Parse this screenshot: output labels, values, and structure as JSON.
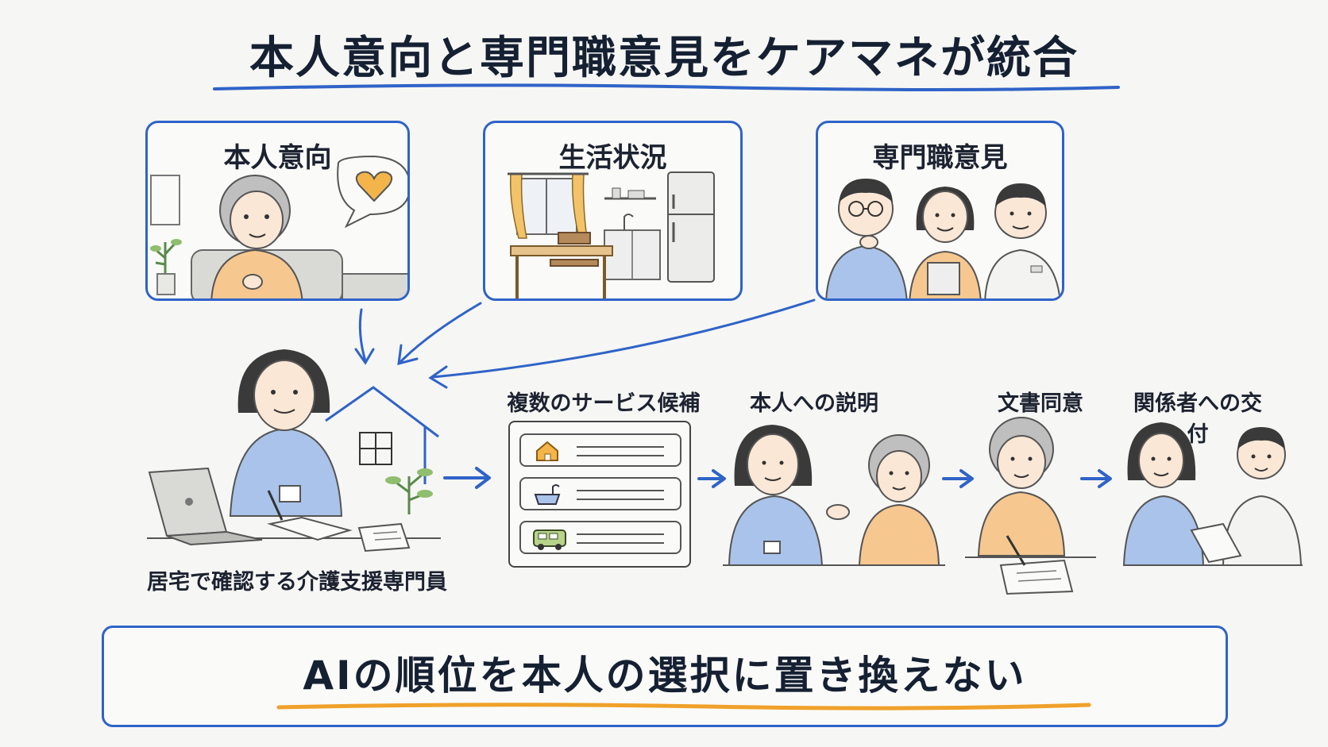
{
  "title": "本人意向と専門職意見をケアマネが統合",
  "panels": {
    "intent": {
      "label": "本人意向"
    },
    "living": {
      "label": "生活状況"
    },
    "professional": {
      "label": "専門職意見"
    }
  },
  "care_manager": {
    "caption": "居宅で確認する介護支援専門員"
  },
  "steps": [
    {
      "label": "複数のサービス候補"
    },
    {
      "label": "本人への説明"
    },
    {
      "label": "文書同意"
    },
    {
      "label": "関係者への交付"
    }
  ],
  "service_icons": [
    "house-icon",
    "bathtub-icon",
    "van-icon"
  ],
  "bottom": {
    "message": "AIの順位を本人の選択に置き換えない"
  },
  "colors": {
    "accent_blue": "#2f63c8",
    "underline_orange": "#f0a12a",
    "heart": "#f3b44a",
    "shirt_blue": "#a9c3ea",
    "shirt_orange": "#f6c78e"
  }
}
